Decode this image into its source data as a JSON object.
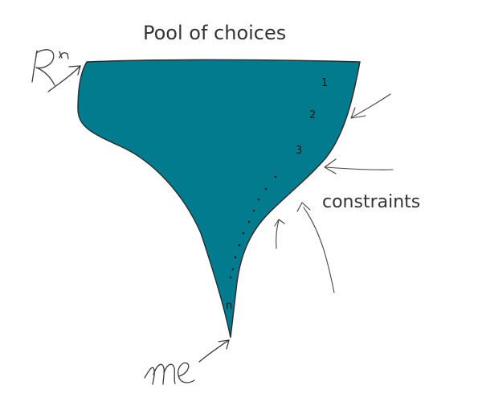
{
  "title": "Pool of choices",
  "constraints_label": "constraints",
  "space_label": "R^n",
  "me_label": "me",
  "choice_labels": [
    "1",
    "2",
    "3",
    "n"
  ],
  "colors": {
    "region_fill": "#037b8e",
    "region_stroke": "#2b2b2b",
    "text": "#333333",
    "arrow": "#3a3a3a"
  }
}
